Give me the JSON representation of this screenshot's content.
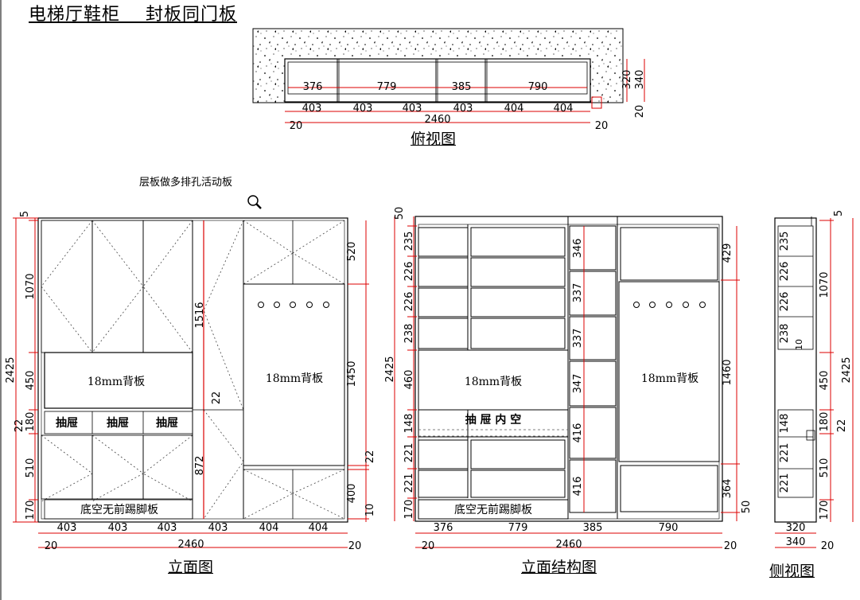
{
  "title": "电梯厅鞋柜    封板同门板",
  "note": "层板做多排孔活动板",
  "views": {
    "plan": {
      "caption": "俯视图",
      "inner_widths": [
        "376",
        "779",
        "385",
        "790"
      ],
      "door_widths": [
        "403",
        "403",
        "403",
        "403",
        "404",
        "404"
      ],
      "total": "2460",
      "side_gap": "20",
      "depths": [
        "320",
        "340"
      ],
      "wall_gap": "20"
    },
    "front": {
      "caption": "立面图",
      "left_dims": [
        "5",
        "1070",
        "450",
        "180",
        "510",
        "170"
      ],
      "total_height": "2425",
      "mid_gap": "22",
      "center_dims": [
        "1516",
        "22",
        "872"
      ],
      "right_dims": [
        "520",
        "1450",
        "22",
        "400",
        "10"
      ],
      "back_panel": "18mm背板",
      "drawer": "抽屉",
      "plinth": "底空无前踢脚板",
      "bottom_dims": [
        "403",
        "403",
        "403",
        "403",
        "404",
        "404"
      ],
      "total": "2460",
      "side_gap": "20"
    },
    "structure": {
      "caption": "立面结构图",
      "left_dims": [
        "50",
        "235",
        "226",
        "226",
        "238",
        "460",
        "148",
        "221",
        "221",
        "170"
      ],
      "total_height": "2425",
      "back_panel": "18mm背板",
      "drawer_note": "抽 屉 内 空",
      "plinth": "底空无前踢脚板",
      "mid_dims": [
        "346",
        "337",
        "337",
        "347",
        "416",
        "416"
      ],
      "right_dims": [
        "429",
        "1460",
        "364",
        "50"
      ],
      "bottom_dims": [
        "376",
        "779",
        "385",
        "790"
      ],
      "total": "2460",
      "side_gap": "20"
    },
    "side": {
      "caption": "侧视图",
      "inner_dims": [
        "235",
        "226",
        "226",
        "238",
        "10",
        "148",
        "221",
        "221"
      ],
      "right_dims": [
        "5",
        "1070",
        "450",
        "180",
        "22",
        "510",
        "170"
      ],
      "total_height": "2425",
      "bottom_dims": [
        "320",
        "340"
      ],
      "side_gap": "20"
    }
  }
}
